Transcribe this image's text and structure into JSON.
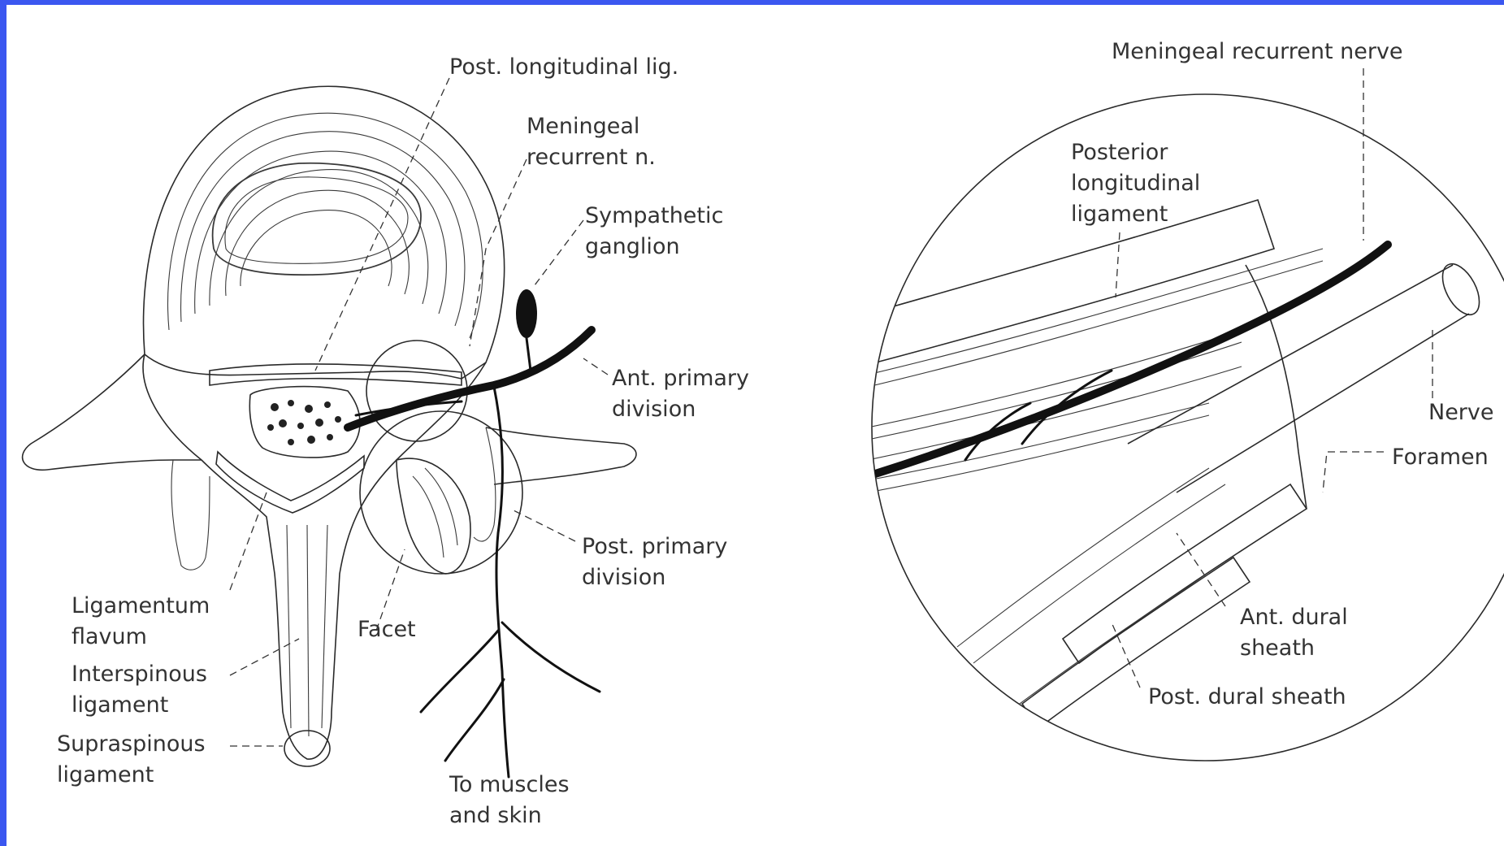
{
  "figure": {
    "left_panel": {
      "labels": {
        "post_longitudinal_lig": "Post. longitudinal lig.",
        "meningeal_recurrent_line1": "Meningeal",
        "meningeal_recurrent_line2": "recurrent n.",
        "sympathetic_line1": "Sympathetic",
        "sympathetic_line2": "ganglion",
        "ant_primary_line1": "Ant. primary",
        "ant_primary_line2": "division",
        "post_primary_line1": "Post. primary",
        "post_primary_line2": "division",
        "ligamentum_flavum_line1": "Ligamentum",
        "ligamentum_flavum_line2": "flavum",
        "facet": "Facet",
        "interspinous_line1": "Interspinous",
        "interspinous_line2": "ligament",
        "supraspinous_line1": "Supraspinous",
        "supraspinous_line2": "ligament",
        "muscles_line1": "To muscles",
        "muscles_line2": "and skin"
      }
    },
    "right_panel": {
      "labels": {
        "meningeal_recurrent_nerve": "Meningeal recurrent nerve",
        "posterior_line1": "Posterior",
        "posterior_line2": "longitudinal",
        "posterior_line3": "ligament",
        "nerve": "Nerve",
        "foramen": "Foramen",
        "ant_dural_line1": "Ant. dural",
        "ant_dural_line2": "sheath",
        "post_dural_sheath": "Post. dural sheath"
      }
    }
  },
  "colors": {
    "border": "#3b57f0",
    "background": "#ffffff",
    "ink": "#2a2a2a"
  }
}
